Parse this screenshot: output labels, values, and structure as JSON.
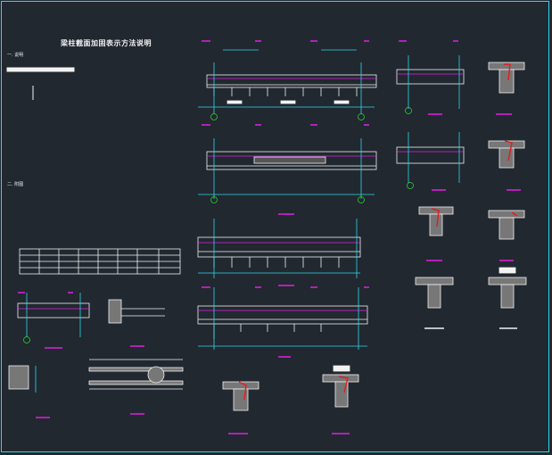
{
  "drawing": {
    "title": "梁柱截面加固表示方法说明",
    "section_1_label": "一. 说明",
    "section_2_label": "二. 附图"
  },
  "colors": {
    "background": "#212830",
    "frame": "#2fd6e8",
    "line": "#f2f2f2",
    "dimension": "#2fd6e8",
    "highlight": "#e020e0",
    "rebar_red": "#e02020",
    "axis_marker": "#30d030"
  }
}
